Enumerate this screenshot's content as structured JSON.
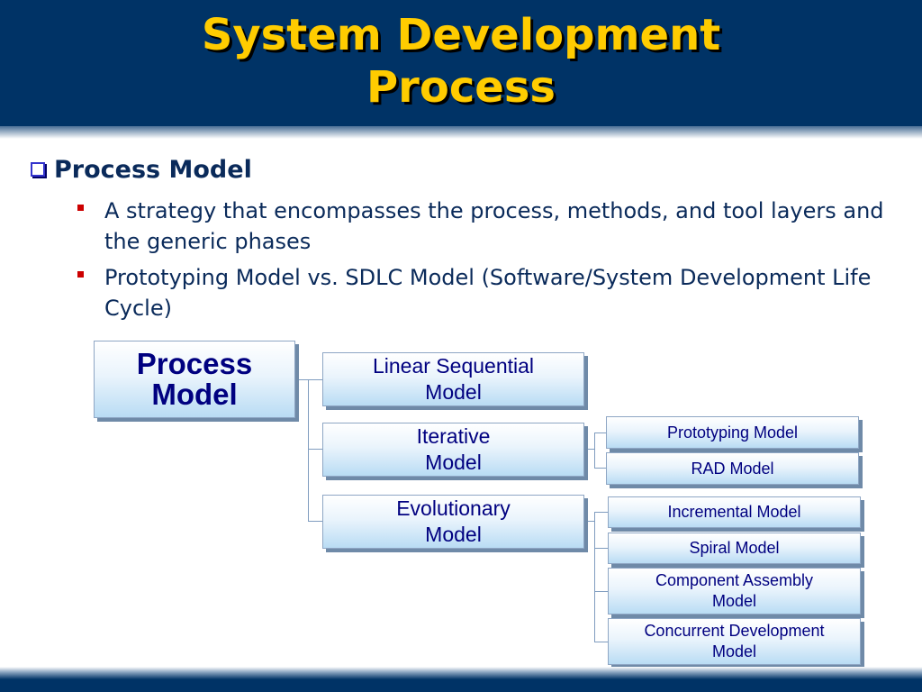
{
  "slide": {
    "title_line1": "System Development",
    "title_line2": "Process",
    "heading": "Process Model",
    "bullets": [
      "A strategy that encompasses the process, methods, and tool layers and the generic phases",
      "Prototyping Model vs. SDLC Model (Software/System Development Life Cycle)"
    ]
  },
  "diagram": {
    "root": {
      "line1": "Process",
      "line2": "Model"
    },
    "categories": [
      {
        "line1": "Linear Sequential",
        "line2": "Model",
        "children": []
      },
      {
        "line1": "Iterative",
        "line2": "Model",
        "children": [
          {
            "line1": "Prototyping Model",
            "line2": ""
          },
          {
            "line1": "RAD Model",
            "line2": ""
          }
        ]
      },
      {
        "line1": "Evolutionary",
        "line2": "Model",
        "children": [
          {
            "line1": "Incremental Model",
            "line2": ""
          },
          {
            "line1": "Spiral Model",
            "line2": ""
          },
          {
            "line1": "Component Assembly",
            "line2": "Model"
          },
          {
            "line1": "Concurrent Development",
            "line2": "Model"
          }
        ]
      }
    ]
  },
  "colors": {
    "header_bg": "#003366",
    "title_text": "#ffcc00",
    "body_text": "#0a2a5a",
    "bullet": "#cc0000",
    "node_text": "#000080"
  }
}
